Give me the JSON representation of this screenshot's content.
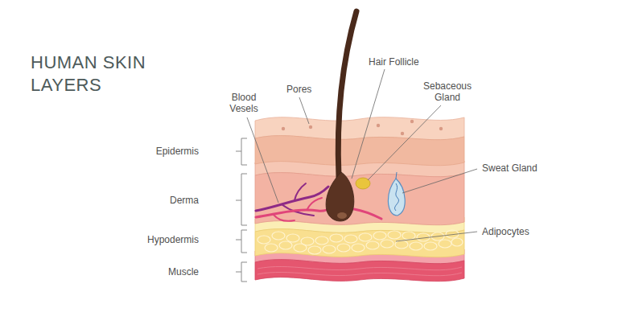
{
  "diagram": {
    "title": "HUMAN SKIN LAYERS",
    "labels": [
      "Epidermis",
      "Derma",
      "Hypodermis",
      "Muscle",
      "Blood Vesels",
      "Pores",
      "Hair Follicle",
      "Sebaceous Gland",
      "Sweat Gland",
      "Adipocytes"
    ]
  }
}
